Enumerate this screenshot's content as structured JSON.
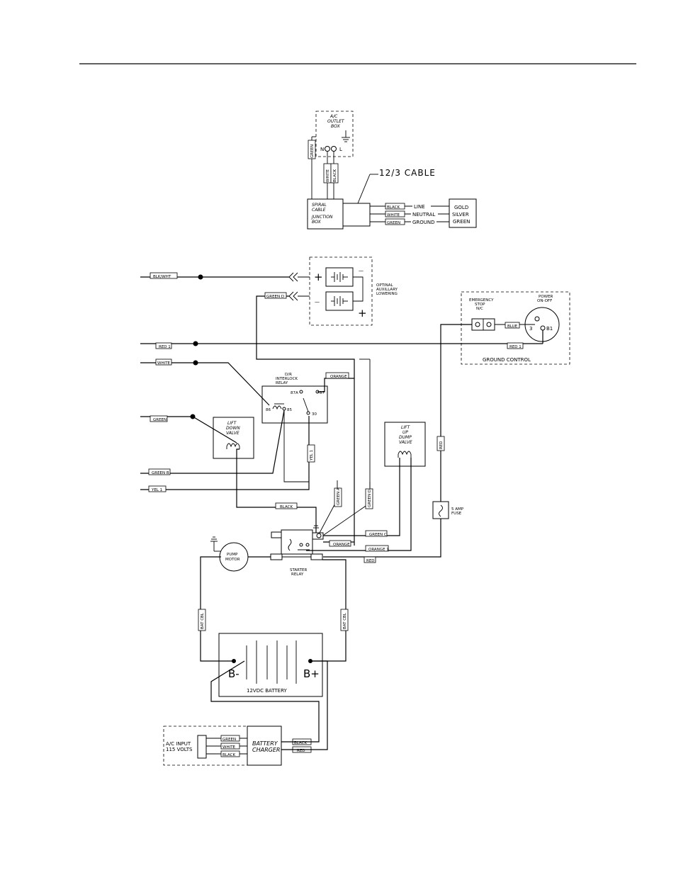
{
  "outlet": {
    "box_label": [
      "A/C",
      "OUTLET",
      "BOX"
    ],
    "n": "N",
    "l": "L",
    "wire_green": "GREEN",
    "wire_white": "WHITE",
    "wire_black": "BLACK"
  },
  "junction": {
    "label": [
      "SPIRAL",
      "CABLE",
      "JUNCTION",
      "BOX"
    ],
    "cable": "12/3 CABLE",
    "w_black": "BLACK",
    "w_white": "WHITE",
    "w_green": "GREEN",
    "f_line": "LINE",
    "f_neutral": "NEUTRAL",
    "f_ground": "GROUND",
    "legend": [
      "GOLD",
      "SILVER",
      "GREEN"
    ]
  },
  "aux": {
    "label": [
      "OPTINAL",
      "AUXILLARY",
      "LOWERING"
    ],
    "plus": "+",
    "minus": "—",
    "plus2": "+",
    "minus2": "—"
  },
  "ground_control": {
    "title": "GROUND CONTROL",
    "estop": [
      "EMERGENCY",
      "STOP",
      "N/C"
    ],
    "power": [
      "POWER",
      "ON-OFF"
    ],
    "t3": "3",
    "tb1": "B1",
    "w_blue": "BLUE",
    "w_red1": "RED 1"
  },
  "wires_left": {
    "blk_wht": "BLK/WHT",
    "green_d": "GREEN D",
    "red1": "RED 1",
    "white": "WHITE",
    "green": "GREEN",
    "green_b": "GREEN B",
    "yel1": "YEL 1"
  },
  "interlock": {
    "label": [
      "D/R",
      "INTERLOCK",
      "RELAY"
    ],
    "p87a": "87A",
    "p87": "87",
    "p86": "86",
    "p85": "85",
    "p30": "30",
    "w_orange": "ORANGE"
  },
  "lift_down": {
    "label": [
      "LIFT",
      "DOWN",
      "VALVE"
    ]
  },
  "lift_up": {
    "label": [
      "LIFT",
      "UP",
      "DUMP",
      "VALVE"
    ]
  },
  "vwires": {
    "yel1": "YEL 1",
    "green_a": "GREEN A",
    "green_d": "GREEN D",
    "red": "RED",
    "black": "BLACK"
  },
  "fuse": {
    "label": [
      "5 AMP",
      "FUSE"
    ]
  },
  "starter": {
    "label": [
      "STARTER",
      "RELAY"
    ],
    "w_green_c": "GREEN C",
    "w_orange": "ORANGE",
    "w_orange1": "ORANGE 1",
    "w_red": "RED"
  },
  "pump": {
    "label": [
      "PUMP",
      "MOTOR"
    ]
  },
  "battery": {
    "label": "12VDC BATTERY",
    "bneg": "B-",
    "bpos": "B+",
    "cable_l": "BAT CBL",
    "cable_r": "BAT CBL"
  },
  "charger": {
    "input": [
      "A/C INPUT",
      "115 VOLTS"
    ],
    "in_green": "GREEN",
    "in_white": "WHITE",
    "in_black": "BLACK",
    "label": [
      "BATTERY",
      "CHARGER"
    ],
    "out_black": "BLACK",
    "out_red": "RED"
  }
}
